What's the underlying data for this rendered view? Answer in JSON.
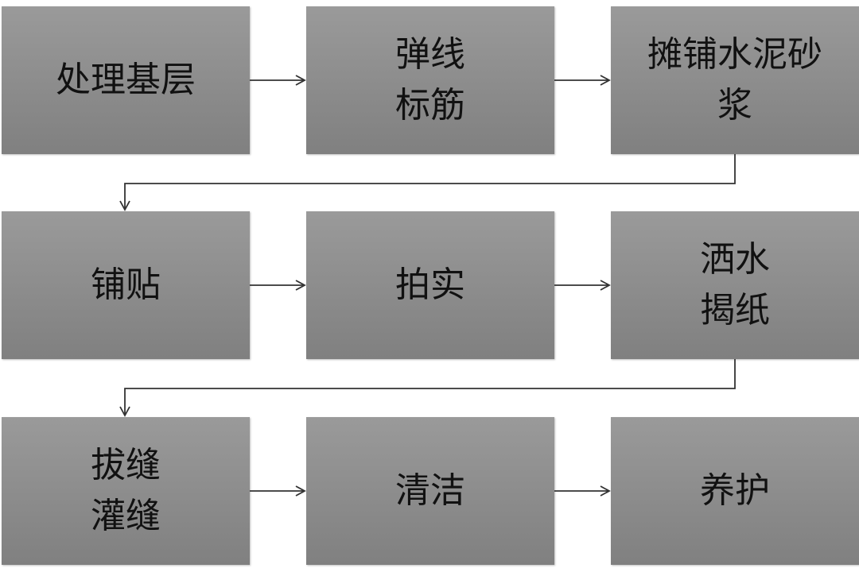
{
  "flowchart": {
    "steps": [
      {
        "id": "s1",
        "label": "处理基层"
      },
      {
        "id": "s2",
        "label": "弹线\n标筋"
      },
      {
        "id": "s3",
        "label": "摊铺水泥砂\n浆"
      },
      {
        "id": "s4",
        "label": "铺贴"
      },
      {
        "id": "s5",
        "label": "拍实"
      },
      {
        "id": "s6",
        "label": "洒水\n揭纸"
      },
      {
        "id": "s7",
        "label": "拔缝\n灌缝"
      },
      {
        "id": "s8",
        "label": "清洁"
      },
      {
        "id": "s9",
        "label": "养护"
      }
    ],
    "colors": {
      "box_top": "#9a9a9a",
      "box_bottom": "#808080",
      "text": "#111111",
      "connector": "#333333"
    }
  }
}
